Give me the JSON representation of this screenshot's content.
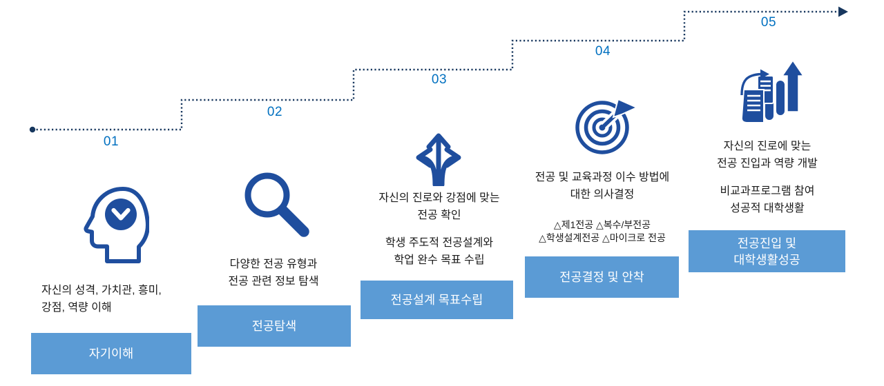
{
  "diagram_title": "",
  "colors": {
    "box_blue": "#5B9BD5",
    "icon_blue": "#1F4E9E",
    "number_blue": "#0070C0",
    "line_navy": "#17375E",
    "body_text": "#1a1a1a",
    "box_text": "#ffffff"
  },
  "steps": [
    {
      "number": "01",
      "icon": "head-profile-clock-icon",
      "desc1": "자신의 성격, 가치관, 흥미,\n강점, 역량 이해",
      "box_label": "자기이해"
    },
    {
      "number": "02",
      "icon": "magnifier-icon",
      "desc1": "다양한 전공 유형과\n전공 관련 정보 탐색",
      "box_label": "전공탐색"
    },
    {
      "number": "03",
      "icon": "branching-arrows-icon",
      "desc1": "자신의 진로와 강점에 맞는\n전공 확인",
      "desc2": "학생 주도적 전공설계와\n학업 완수 목표 수립",
      "box_label": "전공설계 목표수립"
    },
    {
      "number": "04",
      "icon": "target-dart-icon",
      "desc1": "전공 및 교육과정 이수 방법에\n대한 의사결정",
      "desc2": "△제1전공 △복수/부전공\n△학생설계전공 △마이크로 전공",
      "box_label": "전공결정 및 안착"
    },
    {
      "number": "05",
      "icon": "growth-chart-docs-icon",
      "desc1": "자신의 진로에 맞는\n전공 진입과 역량 개발",
      "desc2": "비교과프로그램 참여\n성공적 대학생활",
      "box_label": "전공진입 및\n대학생활성공"
    }
  ]
}
